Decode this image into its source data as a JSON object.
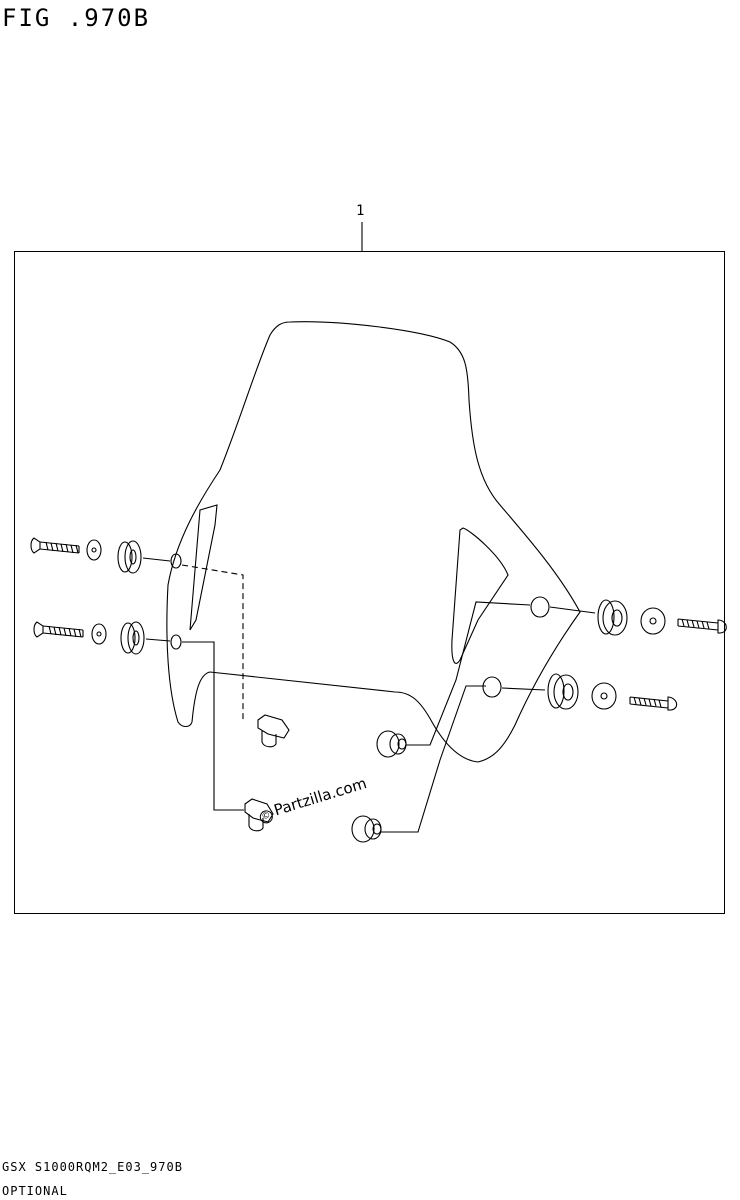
{
  "figure": {
    "title": "FIG .970B",
    "callout": "1"
  },
  "watermark": {
    "mark": "©",
    "text": "Partzilla.com"
  },
  "footer": {
    "code": "GSX S1000RQM2_E03_970B",
    "note": "OPTIONAL"
  }
}
